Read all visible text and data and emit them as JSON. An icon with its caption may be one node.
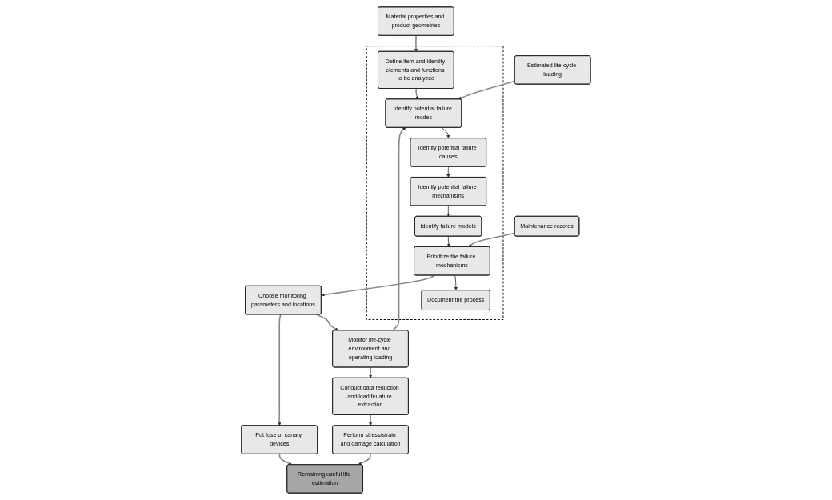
{
  "diagram": {
    "nodes": [
      {
        "text": [
          "Material properties and product geometries"
        ]
      },
      {
        "text": [],
        "shape": "box"
      },
      {
        "text": [
          "Define item and identify elements and functions to be analyzed"
        ],
        "in": 1
      },
      {
        "text": [
          "Identify potential failure modes"
        ],
        "in": 1
      },
      {
        "text": [
          "Identify potential failure causes"
        ],
        "in": 1
      },
      {
        "text": [
          "Identify potential failure mechanisms"
        ],
        "in": 1
      },
      {
        "text": [
          "Identify failure models"
        ],
        "in": 1
      },
      {
        "text": [
          "Prioritize the failure mechanisms"
        ],
        "in": 1
      },
      {
        "text": [
          "Document the process"
        ],
        "in": 1
      },
      {
        "text": [
          "Estimated life-cycle loading"
        ]
      },
      {
        "text": [
          "Maintenance records"
        ]
      },
      {
        "text": [
          "Monitor life-cycle environment and operating loading"
        ]
      },
      {
        "text": [
          "Conduct data reduction and load feuature extraction"
        ]
      },
      {
        "text": [
          "Perform stress/strain and damage calculation"
        ]
      },
      {
        "text": [
          "Choose monitoring parameters and locations"
        ]
      },
      {
        "text": [
          "Put fuse or canary devices"
        ]
      },
      {
        "text": [
          "Remaining useful life estimation"
        ]
      }
    ],
    "edges": [
      {
        "from": 0,
        "to": 2,
        "arrow": "to"
      },
      {
        "from": 9,
        "to": 3,
        "arrow": "to"
      },
      {
        "from": 10,
        "to": 7,
        "arrow": "to"
      },
      {
        "from": 2,
        "to": 3,
        "arrow": "to",
        "color": "#000000"
      },
      {
        "from": 3,
        "to": 4,
        "arrow": "to",
        "color": "#000000"
      },
      {
        "from": 4,
        "to": 5,
        "arrow": "to",
        "color": "#000000"
      },
      {
        "from": 5,
        "to": 6,
        "arrow": "to",
        "color": "#000000"
      },
      {
        "from": 6,
        "to": 7,
        "arrow": "to",
        "color": "#000000"
      },
      {
        "from": 7,
        "to": 8,
        "arrow": "to",
        "color": "#000000"
      },
      {
        "from": 11,
        "to": 3,
        "arrow": "to"
      },
      {
        "from": 7,
        "to": 14,
        "arrow": "to"
      },
      {
        "from": 14,
        "to": 11,
        "arrow": "to"
      },
      {
        "from": 11,
        "to": 12,
        "arrow": "to"
      },
      {
        "from": 12,
        "to": 13,
        "arrow": "to"
      },
      {
        "from": 13,
        "to": 16,
        "arrow": "to"
      },
      {
        "from": 14,
        "to": 15,
        "arrow": "to"
      },
      {
        "from": 15,
        "to": 16,
        "arrow": "to"
      }
    ]
  }
}
